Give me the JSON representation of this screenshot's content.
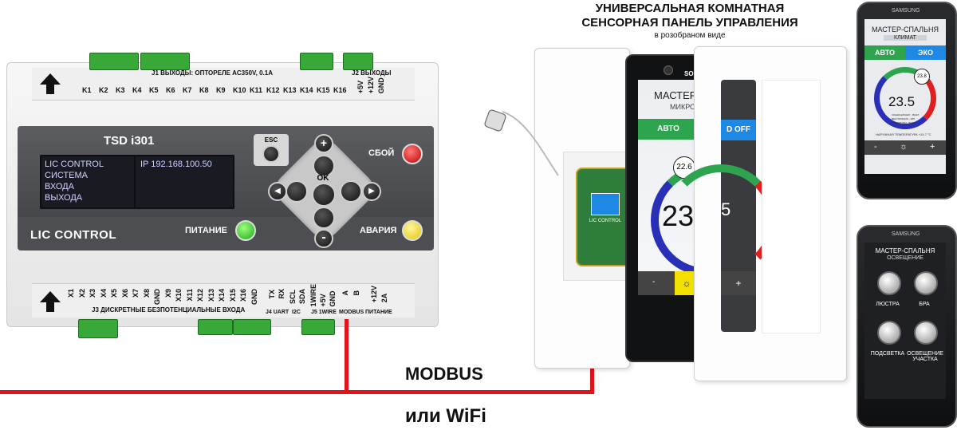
{
  "controller": {
    "model": "TSD i301",
    "brand": "LIC CONTROL",
    "lcd_left": [
      "LIC CONTROL",
      "СИСТЕМА",
      "ВХОДА",
      "ВЫХОДА"
    ],
    "lcd_right": "IP 192.168.100.50",
    "esc_label": "ESC",
    "ok_label": "OK",
    "plus_label": "+",
    "minus_label": "-",
    "fault_label": "СБОЙ",
    "power_label": "ПИТАНИЕ",
    "alarm_label": "АВАРИЯ",
    "j1_label": "J1 ВЫХОДЫ: ОПТОРЕЛЕ AC350V, 0.1A",
    "j2_label": "J2 ВЫХОДЫ",
    "j2_pins": [
      "+5V",
      "+12V",
      "GND"
    ],
    "relay_pins": [
      "K1",
      "K2",
      "K3",
      "K4",
      "K5",
      "K6",
      "K7",
      "K8",
      "K9",
      "K10",
      "K11",
      "K12",
      "K13",
      "K14",
      "K15",
      "K16"
    ],
    "j3_label": "J3 ДИСКРЕТНЫЕ БЕЗПОТЕНЦИАЛЬНЫЕ ВХОДА",
    "input_pins": [
      "X1",
      "X2",
      "X3",
      "X4",
      "X5",
      "X6",
      "X7",
      "X8",
      "GND",
      "X9",
      "X10",
      "X11",
      "X12",
      "X13",
      "X14",
      "X15",
      "X16",
      "GND"
    ],
    "j4_pins": [
      "TX",
      "RX"
    ],
    "j4_label": "J4 UART",
    "i2c_pins": [
      "SCL",
      "SDA"
    ],
    "i2c_label": "I2C",
    "j5_pins": [
      "1WIRE",
      "+5V",
      "GND"
    ],
    "j5_label": "J5 1WIRE",
    "modbus_pins": [
      "A",
      "B"
    ],
    "modbus_label": "MODBUS",
    "power_pins": [
      "+12V",
      "2A"
    ],
    "power_label_conn": "ПИТАНИЕ"
  },
  "links": {
    "modbus": "MODBUS",
    "wifi": "или WiFi"
  },
  "panel_title": {
    "line1": "УНИВЕРСАЛЬНАЯ КОМНАТНАЯ",
    "line2": "СЕНСОРНАЯ ПАНЕЛЬ УПРАВЛЕНИЯ",
    "line3": "в розобраном виде"
  },
  "touch_panel": {
    "board_text": "LIC CONTROL",
    "brand_short": "SO",
    "title": "МАСТЕР-СПАЛЬНЯ",
    "subtitle": "МИКРО",
    "auto": "АВТО",
    "off": "D OFF",
    "setpoint": "22.6",
    "temp": "23",
    "temp_right": "5",
    "minus": "-",
    "plus": "+"
  },
  "phone1": {
    "brand": "SAMSUNG",
    "title": "МАСТЕР-СПАЛЬНЯ",
    "subtitle": "КЛИМАТ",
    "auto": "АВТО",
    "eco": "ЭКО",
    "setpoint": "23.8",
    "temp": "23.5",
    "info_lines": [
      "КОНДИЦИОНЕР - ВЫКЛ",
      "ВЕНТИЛЯЦИЯ - АВТ",
      "РАДИАТОРЫ - ВЫКЛ"
    ],
    "outdoor": "НАРУЖНАЯ ТЕМПЕРАТУРА +24.7 °C",
    "minus": "-",
    "plus": "+"
  },
  "phone2": {
    "brand": "SAMSUNG",
    "title": "МАСТЕР-СПАЛЬНЯ",
    "subtitle": "ОСВЕЩЕНИЕ",
    "buttons": [
      "ЛЮСТРА",
      "БРА",
      "ПОДСВЕТКА",
      "ОСВЕЩЕНИЕ УЧАСТКА"
    ]
  },
  "colors": {
    "cable": "#e0121b",
    "green_tab": "#2ea44f",
    "blue_tab": "#1e88e5",
    "gauge_blue": "#2a2fb8",
    "gauge_red": "#e02020",
    "gauge_green": "#2ea44f",
    "yellow": "#f4e000"
  }
}
